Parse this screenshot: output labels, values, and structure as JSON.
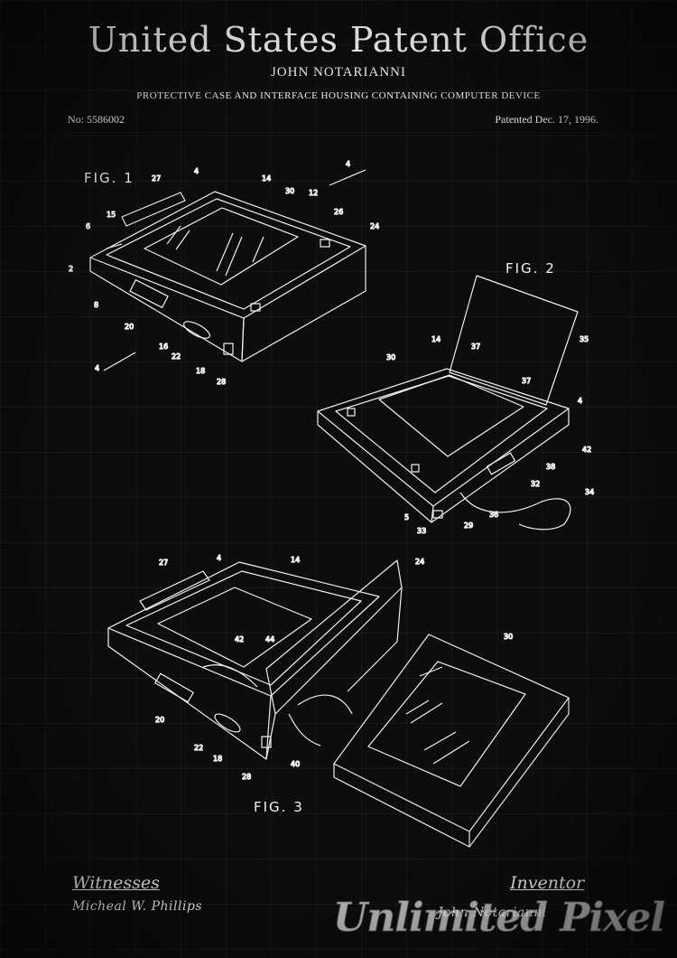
{
  "header": {
    "office": "United States Patent Office",
    "inventor": "JOHN NOTARIANNI",
    "invention": "PROTECTIVE CASE AND INTERFACE HOUSING CONTAINING COMPUTER DEVICE",
    "patent_number": "No: 5586002",
    "patent_date": "Patented Dec. 17, 1996."
  },
  "figures": {
    "fig1": "FIG. 1",
    "fig2": "FIG. 2",
    "fig3": "FIG. 3"
  },
  "refs": {
    "fig1": [
      "27",
      "4",
      "14",
      "30",
      "12",
      "4",
      "6",
      "15",
      "26",
      "24",
      "2",
      "8",
      "20",
      "16",
      "22",
      "18",
      "28",
      "4"
    ],
    "fig2": [
      "35",
      "14",
      "37",
      "30",
      "37",
      "4",
      "42",
      "38",
      "32",
      "34",
      "36",
      "29",
      "33",
      "5"
    ],
    "fig3": [
      "4",
      "14",
      "24",
      "27",
      "42",
      "44",
      "30",
      "20",
      "22",
      "18",
      "28",
      "40"
    ]
  },
  "signatures": {
    "witnesses_heading": "Witnesses",
    "witness_name": "Micheal W. Phillips",
    "inventor_heading": "Inventor",
    "inventor_name": "John Notarianni"
  },
  "watermark": "Unlimited Pixel",
  "colors": {
    "background": "#0d0d0d",
    "ink": "#f2f2f2"
  }
}
